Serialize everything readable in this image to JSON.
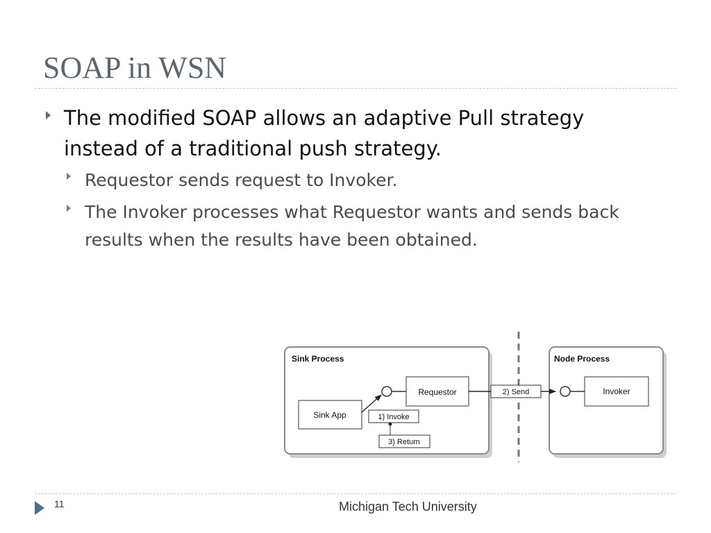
{
  "slide": {
    "title": "SOAP in WSN",
    "bullet": "The modified SOAP allows an adaptive Pull strategy instead of a traditional push strategy.",
    "sub_bullets": [
      "Requestor sends request to Invoker.",
      "The Invoker processes what Requestor wants and sends back results when the results have been obtained."
    ],
    "page_number": "11",
    "footer": "Michigan Tech University"
  },
  "diagram": {
    "sink_process": "Sink Process",
    "node_process": "Node Process",
    "requestor": "Requestor",
    "sink_app": "Sink App",
    "invoker": "Invoker",
    "invoke": "1) Invoke",
    "send": "2) Send",
    "return": "3) Return"
  },
  "colors": {
    "title": "#5c6670",
    "rule": "#b9c7d6",
    "bullet_arrow": "#5c6f82",
    "footer_triangle": "#4e6f92"
  }
}
